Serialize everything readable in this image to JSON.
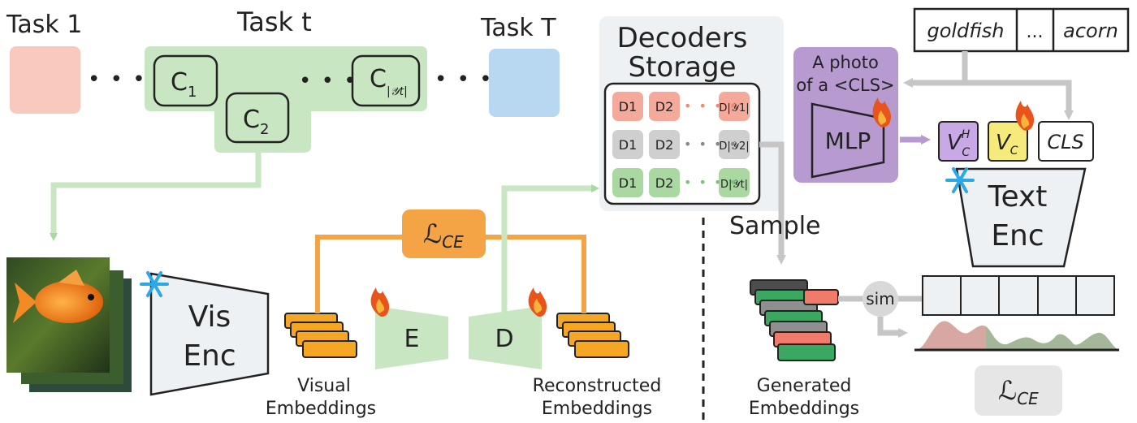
{
  "tasks": {
    "task_first": "Task 1",
    "task_current": "Task t",
    "task_last": "Task T",
    "class_1": "C1",
    "class_2": "C2",
    "class_last": "C|𝒴t|",
    "ellipsis": "• • •"
  },
  "storage": {
    "title_line1": "Decoders",
    "title_line2": "Storage",
    "rows": [
      {
        "color": "#f4a99a",
        "cells": [
          "D1",
          "D2",
          "D|𝒴1|"
        ]
      },
      {
        "color": "#cfcfcf",
        "cells": [
          "D1",
          "D2",
          "D|𝒴2|"
        ]
      },
      {
        "color": "#a9d9a0",
        "cells": [
          "D1",
          "D2",
          "D|𝒴t|"
        ]
      }
    ]
  },
  "training": {
    "loss_label": "ℒCE",
    "encoder_label": "E",
    "decoder_label": "D",
    "vis_enc_line1": "Vis",
    "vis_enc_line2": "Enc",
    "visual_emb_line1": "Visual",
    "visual_emb_line2": "Embeddings",
    "recon_emb_line1": "Reconstructed",
    "recon_emb_line2": "Embeddings"
  },
  "text_side": {
    "class_names": [
      "goldfish",
      "...",
      "acorn"
    ],
    "prompt_line1": "A photo",
    "prompt_line2": "of a <CLS>",
    "mlp_label": "MLP",
    "token_vh": "VC",
    "token_vh_sup": "H",
    "token_v": "VC",
    "token_cls": "CLS",
    "text_enc_line1": "Text",
    "text_enc_line2": "Enc",
    "sample_label": "Sample",
    "sim_label": "sim",
    "generated_line1": "Generated",
    "generated_line2": "Embeddings",
    "loss_label": "ℒCE"
  },
  "colors": {
    "green": "#c8e6c2",
    "green_dark": "#a9d9a0",
    "salmon": "#f9c9bd",
    "blue": "#b8d8f2",
    "orange": "#f5a445",
    "purple": "#b79ad0",
    "gray_arrow": "#c6c6c6",
    "ice": "#2ba9e6",
    "fire": "#e8541c"
  }
}
